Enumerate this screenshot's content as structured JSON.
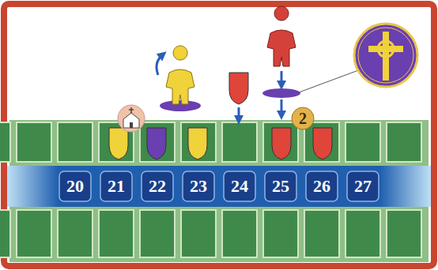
{
  "diagram": {
    "labels": [
      "20",
      "21",
      "22",
      "23",
      "24",
      "25",
      "26",
      "27",
      "2"
    ]
  }
}
